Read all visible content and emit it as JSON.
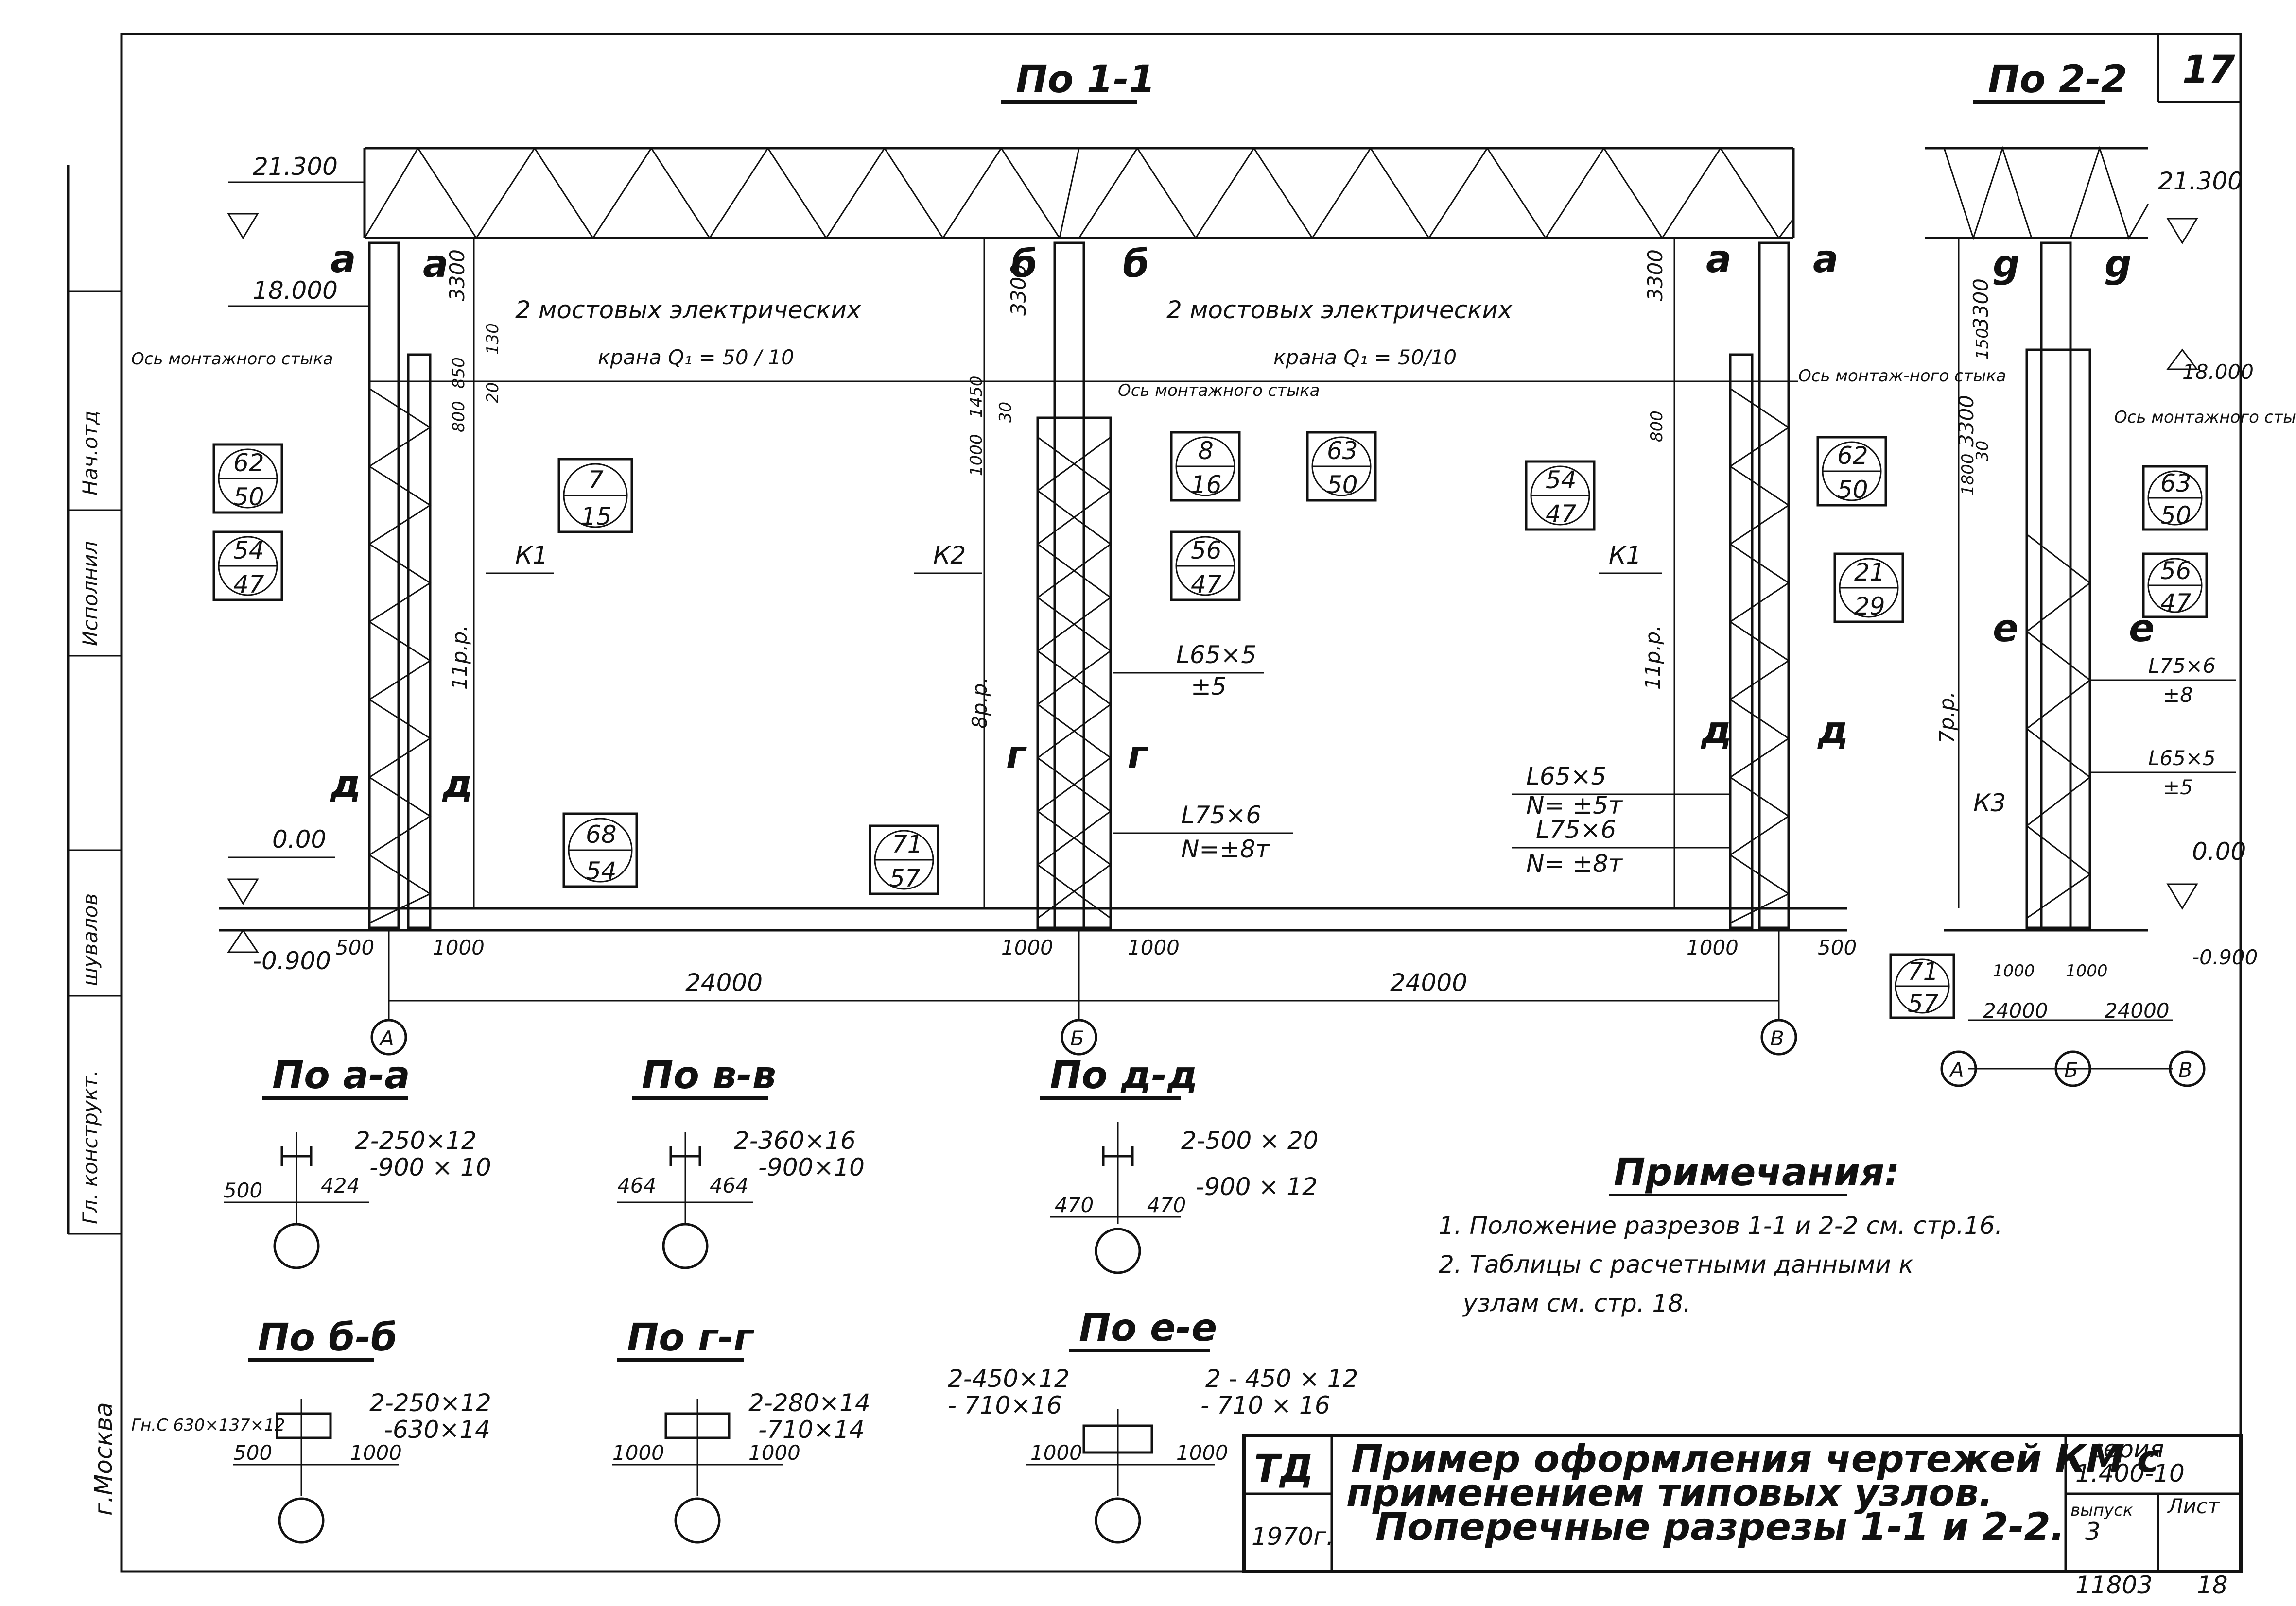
{
  "sheet": {
    "number": "17",
    "series_label": "серия",
    "series": "1.400-10",
    "issue_label": "выпуск",
    "issue": "3",
    "sheet_label": "Лист",
    "doc_number": "11803",
    "page": "18"
  },
  "title_block": {
    "org": "ТД",
    "year": "1970г.",
    "title_line1": "Пример оформления чертежей КМ с",
    "title_line2": "применением типовых узлов.",
    "title_line3": "Поперечные разрезы 1-1 и 2-2."
  },
  "left_stamp": {
    "city": "г.Москва",
    "roles": [
      "Гл. конструкт.",
      "шувалов",
      "Исполнил",
      "Нач.отд"
    ]
  },
  "section_1_1": {
    "title": "По 1-1",
    "elev_top": "21.300",
    "elev_crane": "18.000",
    "elev_zero": "0.00",
    "elev_base": "-0.900",
    "crane_text_left": "2 мостовых электрических",
    "crane_cap_left": "крана Q₁ = 50 / 10",
    "crane_text_right": "2 мостовых электрических",
    "crane_cap_right": "крана Q₁ = 50/10",
    "joint_axis_left": "Ось монтажного стыка",
    "joint_axis_mid": "Ось монтажного стыка",
    "joint_axis_right": "Ось монтаж-ного стыка",
    "dims_vertical": [
      "3300",
      "130",
      "850",
      "20",
      "800",
      "1450",
      "30",
      "1000"
    ],
    "panels": [
      "11р.р.",
      "8р.р.",
      "11р.р."
    ],
    "col_labels": [
      "К1",
      "К2",
      "К1"
    ],
    "cut_marks": [
      "а",
      "а",
      "б",
      "б",
      "а",
      "а",
      "д",
      "д",
      "г",
      "г",
      "д",
      "д"
    ],
    "span_left": "24000",
    "span_right": "24000",
    "offsets": [
      "500",
      "1000",
      "1000",
      "1000",
      "1000",
      "500"
    ],
    "axes": [
      "А",
      "Б",
      "В"
    ],
    "member_1": "L65×5",
    "member_1_force": "±5",
    "member_2": "L75×6",
    "member_2_force": "N=±8т",
    "member_3": "L65×5",
    "member_3_force": "N= ±5т",
    "member_4": "L75×6",
    "member_4_force": "N= ±8т",
    "nodes": [
      {
        "top": "62",
        "bottom": "50"
      },
      {
        "top": "54",
        "bottom": "47"
      },
      {
        "top": "7",
        "bottom": "15"
      },
      {
        "top": "68",
        "bottom": "54"
      },
      {
        "top": "8",
        "bottom": "16"
      },
      {
        "top": "63",
        "bottom": "50"
      },
      {
        "top": "56",
        "bottom": "47"
      },
      {
        "top": "71",
        "bottom": "57"
      },
      {
        "top": "54",
        "bottom": "47"
      },
      {
        "top": "62",
        "bottom": "50"
      },
      {
        "top": "21",
        "bottom": "29"
      }
    ]
  },
  "section_2_2": {
    "title": "По 2-2",
    "elev_top": "21.300",
    "elev_crane": "18.000",
    "elev_zero": "0.00",
    "elev_base": "-0.900",
    "joint_axis": "Ось монтажного стыка",
    "dims_vertical": [
      "3300",
      "150",
      "3300",
      "30",
      "1800"
    ],
    "panels": "7р.р.",
    "col_label": "К3",
    "cut_marks": [
      "g",
      "g",
      "е",
      "е"
    ],
    "member_1": "L75×6",
    "member_1_force": "±8",
    "member_2": "L65×5",
    "member_2_force": "±5",
    "offsets": [
      "1000",
      "1000"
    ],
    "spans": [
      "24000",
      "24000"
    ],
    "axes": [
      "А",
      "Б",
      "В"
    ],
    "nodes": [
      {
        "top": "63",
        "bottom": "50"
      },
      {
        "top": "56",
        "bottom": "47"
      },
      {
        "top": "71",
        "bottom": "57"
      }
    ]
  },
  "details": [
    {
      "title": "По а-а",
      "spec1": "2-250×12",
      "spec2": "-900 × 10",
      "dim_left": "500",
      "dim_right": "424"
    },
    {
      "title": "По в-в",
      "spec1": "2-360×16",
      "spec2": "-900×10",
      "dim_left": "464",
      "dim_right": "464"
    },
    {
      "title": "По д-д",
      "spec1": "2-500 × 20",
      "spec2": "-900 × 12",
      "dim_left": "470",
      "dim_right": "470"
    },
    {
      "title": "По б-б",
      "profile": "Гн.С 630×137×12",
      "spec1": "2-250×12",
      "spec2": "-630×14",
      "dim_left": "500",
      "dim_right": "1000"
    },
    {
      "title": "По г-г",
      "spec1": "2-280×14",
      "spec2": "-710×14",
      "dim_left": "1000",
      "dim_right": "1000"
    },
    {
      "title": "По е-е",
      "spec_left1": "2-450×12",
      "spec_left2": "- 710×16",
      "spec1": "2 - 450 × 12",
      "spec2": "- 710 × 16",
      "dim_left": "1000",
      "dim_right": "1000"
    }
  ],
  "notes": {
    "title": "Примечания:",
    "items": [
      "1. Положение разрезов 1-1 и 2-2 см. стр.16.",
      "2. Таблицы с расчетными данными к",
      "узлам см. стр. 18."
    ]
  }
}
